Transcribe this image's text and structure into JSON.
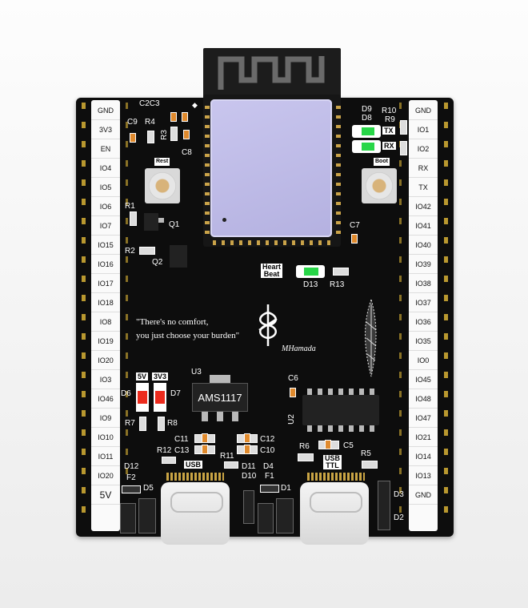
{
  "left_header": [
    "GND",
    "3V3",
    "EN",
    "IO4",
    "IO5",
    "IO6",
    "IO7",
    "IO15",
    "IO16",
    "IO17",
    "IO18",
    "IO8",
    "IO19",
    "IO20",
    "IO3",
    "IO46",
    "IO9",
    "IO10",
    "IO11",
    "IO20",
    "5V"
  ],
  "right_header": [
    "GND",
    "IO1",
    "IO2",
    "RX",
    "TX",
    "IO42",
    "IO41",
    "IO40",
    "IO39",
    "IO38",
    "IO37",
    "IO36",
    "IO35",
    "IO0",
    "IO45",
    "IO48",
    "IO47",
    "IO21",
    "IO14",
    "IO13",
    "GND"
  ],
  "buttons": {
    "reset": "Rest",
    "boot": "Boot"
  },
  "leds": {
    "tx": "TX",
    "rx": "RX",
    "heartbeat": "Heart\nBeat",
    "v5": "5V",
    "v3v3": "3V3"
  },
  "usb": {
    "left": "USB",
    "right": "USB\nTTL"
  },
  "quote": "\"There's no comfort,\nyou just choose your burden\"",
  "signature": "MHamada",
  "ic_u3_label": "AMS1117",
  "refs": {
    "c2c3": "C2C3",
    "c9": "C9",
    "r4": "R4",
    "r3": "R3",
    "c8": "C8",
    "r1": "R1",
    "q1": "Q1",
    "r2": "R2",
    "q2": "Q2",
    "d9": "D9",
    "d8": "D8",
    "r10": "R10",
    "r9": "R9",
    "c7": "C7",
    "d13": "D13",
    "r13": "R13",
    "c6": "C6",
    "u2": "U2",
    "r6": "R6",
    "c5": "C5",
    "r5": "R5",
    "u3": "U3",
    "d6": "D6",
    "d7": "D7",
    "r7": "R7",
    "r8": "R8",
    "c11": "C11",
    "c13": "C13",
    "c12": "C12",
    "c10": "C10",
    "r12": "R12",
    "r11": "R11",
    "d12": "D12",
    "f2": "F2",
    "d5": "D5",
    "d11": "D11",
    "d4": "D4",
    "d10": "D10",
    "f1": "F1",
    "d1": "D1",
    "d3": "D3",
    "d2": "D2"
  }
}
